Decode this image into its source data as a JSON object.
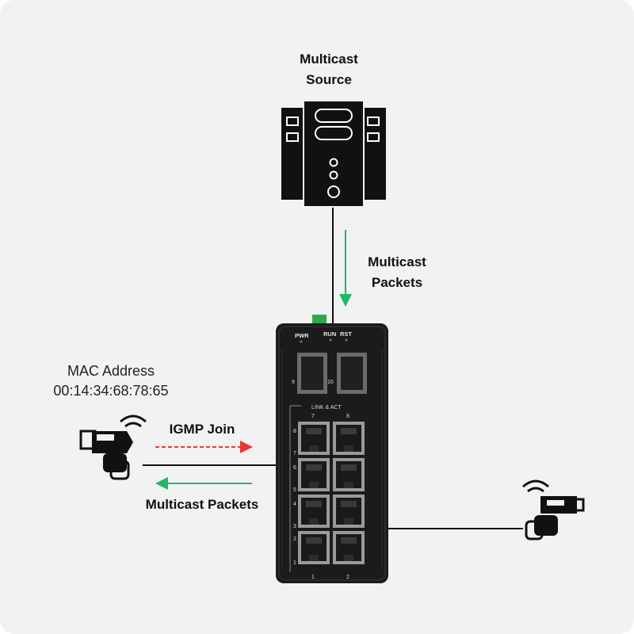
{
  "labels": {
    "multicast_source": [
      "Multicast",
      "Source"
    ],
    "multicast_packets_top": [
      "Multicast",
      "Packets"
    ],
    "mac_address": [
      "MAC Address",
      "00:14:34:68:78:65"
    ],
    "igmp_join": "IGMP Join",
    "multicast_packets_left": "Multicast Packets"
  },
  "switch": {
    "pwr": "PWR",
    "run": "RUN",
    "rst": "RST",
    "link_act": "LINK & ACT",
    "sfp_ports": [
      "9",
      "10"
    ],
    "rj45_left_numbers": [
      "8",
      "7",
      "6",
      "5",
      "4",
      "3",
      "2",
      "1"
    ],
    "top_col_numbers": [
      "7",
      "8"
    ],
    "bottom_col_numbers": [
      "1",
      "2"
    ]
  },
  "colors": {
    "join_arrow": "#e53935",
    "packet_arrow": "#1fb866",
    "device": "#111111",
    "switch_body": "#1b1b1b",
    "terminal_green": "#2eaa4a"
  },
  "icons": [
    "server-icon",
    "ip-camera-icon",
    "network-switch-icon"
  ]
}
